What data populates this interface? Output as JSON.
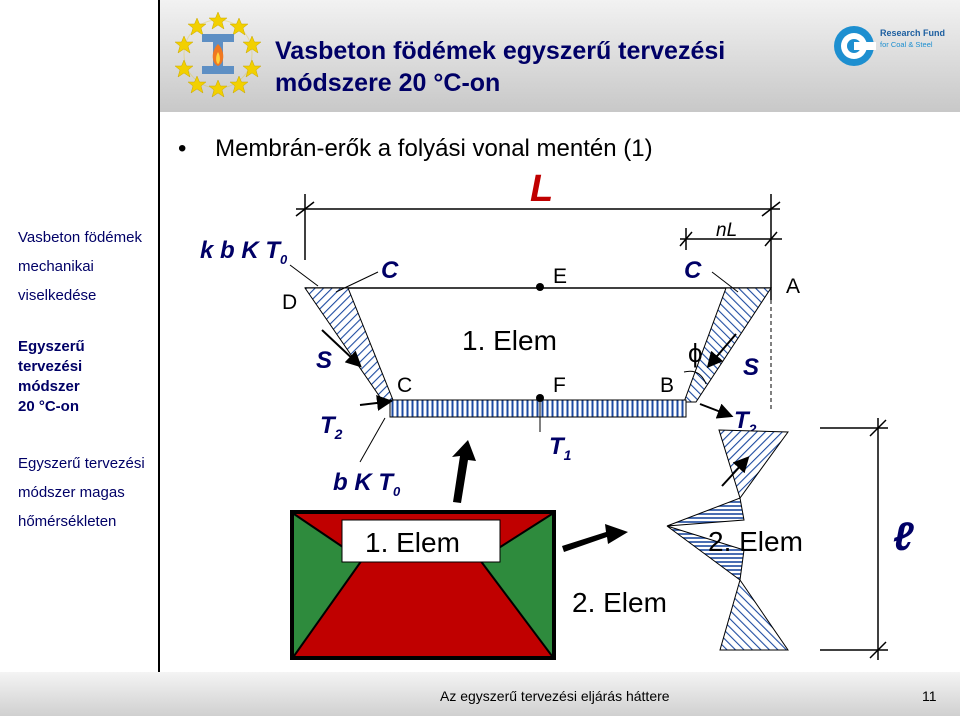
{
  "header": {
    "title_line1": "Vasbeton födémek egyszerű tervezési",
    "title_line2": "módszere 20 °C-on",
    "logo_right_line1": "Research Fund",
    "logo_right_line2": "for Coal & Steel"
  },
  "sidebar": {
    "section1": [
      "Vasbeton födémek",
      "mechanikai",
      "viselkedése"
    ],
    "section2": [
      "Egyszerű",
      "tervezési",
      "módszer",
      "20 °C-on"
    ],
    "section3": [
      "Egyszerű tervezési",
      "módszer magas",
      "hőmérsékleten"
    ]
  },
  "bullet": "Membrán-erők a folyási vonal mentén (1)",
  "diagram": {
    "L": "L",
    "nL": "nL",
    "kbKT0": "k b K T",
    "sub0": "0",
    "C": "C",
    "D": "D",
    "E": "E",
    "A": "A",
    "S": "S",
    "elem1": "1. Elem",
    "F": "F",
    "B": "B",
    "phi": "ϕ",
    "T": "T",
    "sub1": "1",
    "sub2": "2",
    "bKT0": "b K T",
    "elem2": "2. Elem",
    "ell": "ℓ"
  },
  "footer": {
    "text": "Az egyszerű tervezési eljárás háttere",
    "page": "11"
  },
  "colors": {
    "navy": "#000066",
    "red": "#c00000",
    "green": "#2e8b3d",
    "hatch": "#1c4aa0"
  }
}
